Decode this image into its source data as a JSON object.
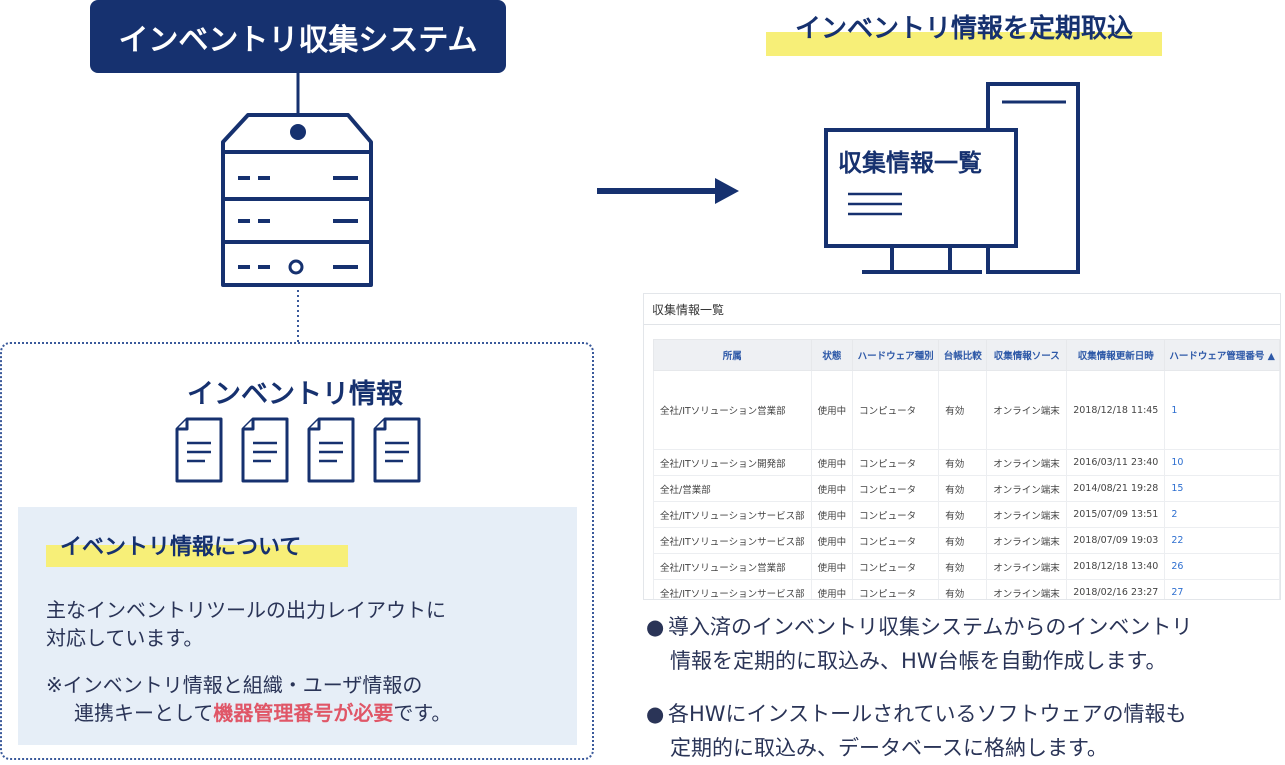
{
  "left": {
    "system_title": "インベントリ収集システム",
    "info_title": "インベントリ情報",
    "about_heading": "イベントリ情報について",
    "about_line1": "主なインベントリツールの出力レイアウトに",
    "about_line2": "対応しています。",
    "note_line1": "※インベントリ情報と組織・ユーザ情報の",
    "note_line2_prefix": "連携キーとして",
    "note_line2_emphasis": "機器管理番号が必要",
    "note_line2_suffix": "です。"
  },
  "right": {
    "heading": "インベントリ情報を定期取込",
    "monitor_label": "収集情報一覧"
  },
  "table": {
    "title": "収集情報一覧",
    "columns": [
      "所属",
      "状態",
      "ハードウェア種別",
      "台帳比較",
      "収集情報ソース",
      "収集情報更新日時",
      "ハードウェア管理番号 ▲"
    ],
    "rows": [
      [
        "全社/ITソリューション営業部",
        "使用中",
        "コンピュータ",
        "有効",
        "オンライン端末",
        "2018/12/18 11:45",
        "1"
      ],
      [
        "全社/ITソリューション開発部",
        "使用中",
        "コンピュータ",
        "有効",
        "オンライン端末",
        "2016/03/11 23:40",
        "10"
      ],
      [
        "全社/営業部",
        "使用中",
        "コンピュータ",
        "有効",
        "オンライン端末",
        "2014/08/21 19:28",
        "15"
      ],
      [
        "全社/ITソリューションサービス部",
        "使用中",
        "コンピュータ",
        "有効",
        "オンライン端末",
        "2015/07/09 13:51",
        "2"
      ],
      [
        "全社/ITソリューションサービス部",
        "使用中",
        "コンピュータ",
        "有効",
        "オンライン端末",
        "2018/07/09 19:03",
        "22"
      ],
      [
        "全社/ITソリューション営業部",
        "使用中",
        "コンピュータ",
        "有効",
        "オンライン端末",
        "2018/12/18 13:40",
        "26"
      ],
      [
        "全社/ITソリューションサービス部",
        "使用中",
        "コンピュータ",
        "有効",
        "オンライン端末",
        "2018/02/16 23:27",
        "27"
      ]
    ]
  },
  "bullets": {
    "b1_line1": "導入済のインベントリ収集システムからのインベントリ",
    "b1_line2": "情報を定期的に取込み、HW台帳を自動作成します。",
    "b2_line1": "各HWにインストールされているソフトウェアの情報も",
    "b2_line2": "定期的に取込み、データベースに格納します。",
    "marker": "●"
  },
  "colors": {
    "navy": "#16316f",
    "highlight": "#f7ef78",
    "panel": "#e6eef7",
    "emphasis": "#e05667",
    "link": "#2e6fd0"
  }
}
